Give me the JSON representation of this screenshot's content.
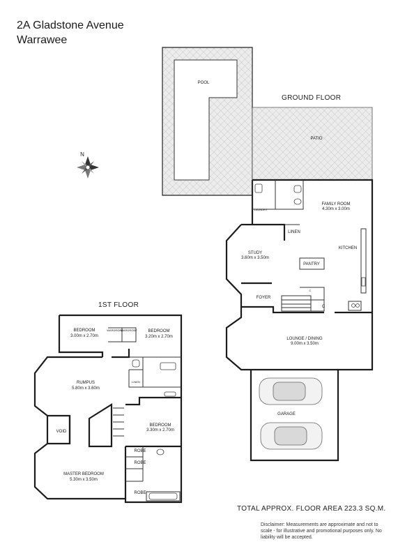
{
  "header": {
    "line1": "2A Gladstone Avenue",
    "line2": "Warrawee"
  },
  "floors": {
    "ground": "GROUND FLOOR",
    "first": "1ST FLOOR"
  },
  "rooms": {
    "pool": "POOL",
    "patio": "PATIO",
    "laundry": "LAUNDRY",
    "family_room": "FAMILY ROOM",
    "family_room_dim": "4.30m x 3.00m",
    "linen_ground": "LINEN",
    "study": "STUDY",
    "study_dim": "3.60m x 3.50m",
    "pantry": "PANTRY",
    "kitchen": "KITCHEN",
    "c1": "C",
    "c2": "C",
    "foyer": "FOYER",
    "lounge": "LOUNGE / DINING",
    "lounge_dim": "9.00m x 3.50m",
    "garage": "GARAGE",
    "bedroom_a": "BEDROOM",
    "bedroom_a_dim": "3.00m x 2.70m",
    "bedroom_b": "BEDROOM",
    "bedroom_b_dim": "3.20m x 2.70m",
    "wardrobe1": "WARDROBE",
    "wardrobe2": "WARDROBE",
    "rumpus": "RUMPUS",
    "rumpus_dim": "5.80m x 3.60m",
    "linen_first": "LINEN",
    "bedroom_c": "BEDROOM",
    "bedroom_c_dim": "3.30m x 2.70m",
    "void": "VOID",
    "robe1": "ROBE",
    "robe2": "ROBE",
    "robe3": "ROBE",
    "master": "MASTER BEDROOM",
    "master_dim": "5.30m x 3.50m",
    "compass_n": "N"
  },
  "footer": {
    "total": "TOTAL APPROX. FLOOR AREA 223.3 SQ.M.",
    "disclaimer": "Disclaimer: Measurements are approximate and not to scale - for illustrative and promotional purposes only. No liability will be accepted."
  }
}
